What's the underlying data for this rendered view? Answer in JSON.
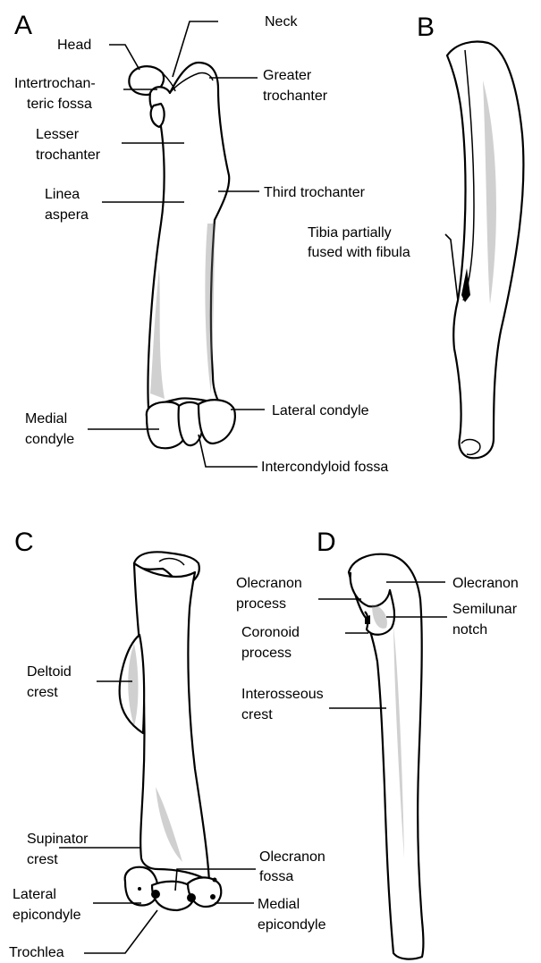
{
  "panels": {
    "A": {
      "letter": "A",
      "labels": {
        "head": "Head",
        "neck": "Neck",
        "intertrochanteric_1": "Intertrochan-",
        "intertrochanteric_2": "teric fossa",
        "greater_trochanter_1": "Greater",
        "greater_trochanter_2": "trochanter",
        "lesser_trochanter_1": "Lesser",
        "lesser_trochanter_2": "trochanter",
        "linea_aspera_1": "Linea",
        "linea_aspera_2": "aspera",
        "third_trochanter": "Third trochanter",
        "medial_condyle_1": "Medial",
        "medial_condyle_2": "condyle",
        "lateral_condyle": "Lateral condyle",
        "intercondyloid_fossa": "Intercondyloid fossa"
      }
    },
    "B": {
      "letter": "B",
      "labels": {
        "tibia_1": "Tibia partially",
        "tibia_2": "fused with fibula"
      }
    },
    "C": {
      "letter": "C",
      "labels": {
        "deltoid_crest_1": "Deltoid",
        "deltoid_crest_2": "crest",
        "supinator_crest_1": "Supinator",
        "supinator_crest_2": "crest",
        "olecranon_fossa_1": "Olecranon",
        "olecranon_fossa_2": "fossa",
        "lateral_epicondyle_1": "Lateral",
        "lateral_epicondyle_2": "epicondyle",
        "medial_epicondyle_1": "Medial",
        "medial_epicondyle_2": "epicondyle",
        "trochlea": "Trochlea"
      }
    },
    "D": {
      "letter": "D",
      "labels": {
        "olecranon_process_1": "Olecranon",
        "olecranon_process_2": "process",
        "olecranon": "Olecranon",
        "semilunar_notch_1": "Semilunar",
        "semilunar_notch_2": "notch",
        "coronoid_process_1": "Coronoid",
        "coronoid_process_2": "process",
        "interosseous_crest_1": "Interosseous",
        "interosseous_crest_2": "crest"
      }
    }
  }
}
